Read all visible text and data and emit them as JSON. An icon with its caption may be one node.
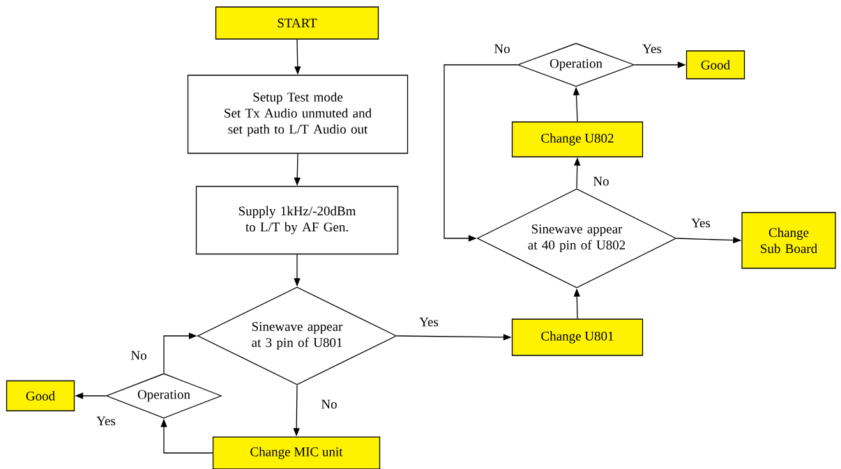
{
  "diagram": {
    "nodes": [
      {
        "text": [
          "START"
        ]
      },
      {
        "text": [
          "Setup Test mode",
          "Set Tx Audio unmuted and set path to L/T Audio out"
        ]
      },
      {
        "text": [
          "Supply 1kHz/-20dBm to L/T by AF Gen."
        ]
      },
      {
        "text": [
          "Sinewave appear at 3 pin of U801"
        ]
      },
      {
        "text": [
          "Change U801"
        ]
      },
      {
        "text": [
          "Sinewave appear at 40 pin of U802"
        ]
      },
      {
        "text": [
          "Change Sub Board"
        ]
      },
      {
        "text": [
          "Change U802"
        ]
      },
      {
        "text": [
          "Operation"
        ]
      },
      {
        "text": [
          "Good"
        ]
      },
      {
        "text": [
          "Change MIC unit"
        ]
      },
      {
        "text": [
          "Operation"
        ]
      },
      {
        "text": [
          "Good"
        ]
      }
    ],
    "edges": [
      {
        "from": 0,
        "to": 1,
        "arrow": "to"
      },
      {
        "from": 1,
        "to": 2,
        "arrow": "to"
      },
      {
        "from": 2,
        "to": 3,
        "arrow": "to"
      },
      {
        "from": 3,
        "to": 4,
        "arrow": "to",
        "label": "Yes"
      },
      {
        "from": 3,
        "to": 10,
        "arrow": "to",
        "label": "No"
      },
      {
        "from": 4,
        "to": 5,
        "arrow": "to"
      },
      {
        "from": 5,
        "to": 6,
        "arrow": "to",
        "label": "Yes"
      },
      {
        "from": 5,
        "to": 7,
        "arrow": "to",
        "label": "No"
      },
      {
        "from": 7,
        "to": 8,
        "arrow": "to"
      },
      {
        "from": 8,
        "to": 9,
        "arrow": "to",
        "label": "Yes"
      },
      {
        "from": 8,
        "to": 5,
        "arrow": "to",
        "label": "No"
      },
      {
        "from": 10,
        "to": 11,
        "arrow": "to"
      },
      {
        "from": 11,
        "to": 12,
        "arrow": "to",
        "label": "Yes"
      },
      {
        "from": 11,
        "to": 3,
        "arrow": "to",
        "label": "No"
      }
    ]
  }
}
